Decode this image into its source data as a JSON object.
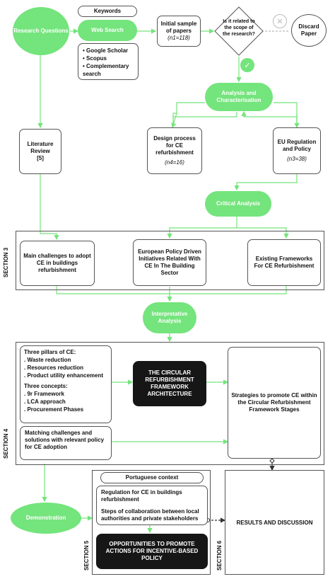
{
  "nodes": {
    "research_questions": "Research Questions",
    "keywords": "Keywords",
    "web_search": "Web Search",
    "sources": [
      "Google Scholar",
      "Scopus",
      "Complementary search"
    ],
    "initial_sample_title": "Initial sample of papers",
    "initial_sample_count": "(n1=118)",
    "decision": "Is it related to the scope of the research?",
    "discard": "Discard Paper",
    "analysis": "Analysis and Characterisation",
    "literature_review_title": "Literature Review",
    "literature_review_ref": "[5]",
    "design_process_title": "Design process for CE refurbishment",
    "design_process_count": "(n4=16)",
    "eu_regulation_title": "EU Regulation and Policy",
    "eu_regulation_count": "(n3=38)",
    "critical_analysis": "Critical Analysis",
    "main_challenges": "Main challenges to adopt CE in buildings refurbishment",
    "european_policy": "European Policy Driven Initiatives Related With CE In The Building Sector",
    "existing_frameworks": "Existing Frameworks For CE Refurbishment",
    "interpretative": "Interpretative Analysis",
    "pillars_title": "Three pillars of CE:",
    "pillars": [
      ". Waste reduction",
      ". Resources reduction",
      ". Product utility enhancement"
    ],
    "concepts_title": "Three concepts:",
    "concepts": [
      ". 9r Framework",
      ". LCA approach",
      ". Procurement Phases"
    ],
    "matching": "Matching challenges and solutions with relevant policy for CE adoption",
    "framework_architecture": "THE CIRCULAR REFURBISHMENT FRAMEWORK ARCHITECTURE",
    "strategies": "Strategies to promote CE within the Circular Refurbishment Framework Stages",
    "portuguese_context": "Portuguese context",
    "regulation_pt": "Regulation for CE in buildings refurbishment",
    "steps_collab": "Steps of collaboration between local authorities and private stakeholders",
    "demonstration": "Demonstration",
    "opportunities": "OPPORTUNITIES TO PROMOTE ACTIONS FOR INCENTIVE-BASED POLICY",
    "results": "RESULTS AND DISCUSSION"
  },
  "sections": {
    "s3": "SECTION 3",
    "s4": "SECTION 4",
    "s5": "SECTION 5",
    "s6": "SECTION 6"
  },
  "colors": {
    "green": "#74e47c",
    "dark": "#161616",
    "line": "#555555"
  }
}
